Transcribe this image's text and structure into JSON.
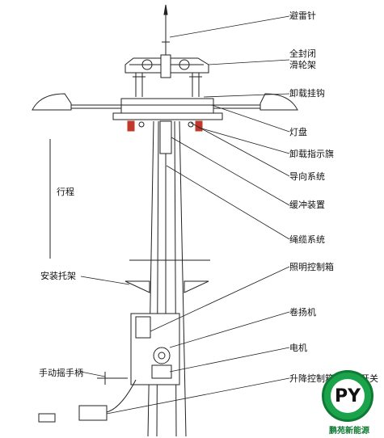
{
  "labels": {
    "lightning_rod": "避雷针",
    "sealed_pulley_line1": "全封闭",
    "sealed_pulley_line2": "滑轮架",
    "unload_hook": "卸载挂钩",
    "lamp_panel": "灯盘",
    "unload_flag": "卸载指示旗",
    "guide_system": "导向系统",
    "buffer_device": "缓冲装置",
    "travel": "行程",
    "cable_system": "绳缆系统",
    "install_bracket": "安装托架",
    "lighting_control_box": "照明控制箱",
    "winch": "卷扬机",
    "motor": "电机",
    "hand_crank": "手动摇手柄",
    "lift_control_switch": "升降控制箱、遥控开关"
  },
  "logo": {
    "letters": "PY",
    "name": "鹏苑新能源",
    "accent": "#1aa34a"
  },
  "colors": {
    "line": "#222222",
    "flag": "#c0392b"
  }
}
